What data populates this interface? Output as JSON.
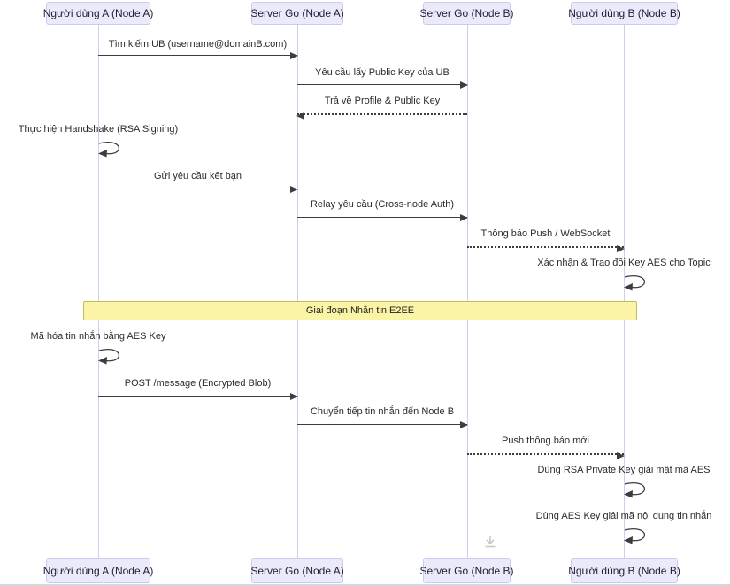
{
  "diagram": {
    "title": "E2EE cross-node messaging sequence diagram",
    "actors": [
      {
        "label": "Người dùng A (Node A)"
      },
      {
        "label": "Server Go (Node A)"
      },
      {
        "label": "Server Go (Node B)"
      },
      {
        "label": "Người dùng B (Node B)"
      }
    ],
    "messages": [
      {
        "text": "Tìm kiếm UB (username@domainB.com)",
        "from": "Người dùng A (Node A)",
        "to": "Server Go (Node A)",
        "style": "solid"
      },
      {
        "text": "Yêu cầu lấy Public Key của UB",
        "from": "Server Go (Node A)",
        "to": "Server Go (Node B)",
        "style": "solid"
      },
      {
        "text": "Trả về Profile & Public Key",
        "from": "Server Go (Node B)",
        "to": "Server Go (Node A)",
        "style": "dotted"
      },
      {
        "text": "Thực hiện Handshake (RSA Signing)",
        "from": "Người dùng A (Node A)",
        "to": "Người dùng A (Node A)",
        "style": "self"
      },
      {
        "text": "Gửi yêu cầu kết bạn",
        "from": "Người dùng A (Node A)",
        "to": "Server Go (Node A)",
        "style": "solid"
      },
      {
        "text": "Relay yêu cầu (Cross-node Auth)",
        "from": "Server Go (Node A)",
        "to": "Server Go (Node B)",
        "style": "solid"
      },
      {
        "text": "Thông báo Push / WebSocket",
        "from": "Server Go (Node B)",
        "to": "Người dùng B (Node B)",
        "style": "dotted"
      },
      {
        "text": "Xác nhận & Trao đổi Key AES cho Topic",
        "from": "Người dùng B (Node B)",
        "to": "Người dùng B (Node B)",
        "style": "self"
      },
      {
        "text": "Mã hóa tin nhắn bằng AES Key",
        "from": "Người dùng A (Node A)",
        "to": "Người dùng A (Node A)",
        "style": "self"
      },
      {
        "text": "POST /message (Encrypted Blob)",
        "from": "Người dùng A (Node A)",
        "to": "Server Go (Node A)",
        "style": "solid"
      },
      {
        "text": "Chuyển tiếp tin nhắn đến Node B",
        "from": "Server Go (Node A)",
        "to": "Server Go (Node B)",
        "style": "solid"
      },
      {
        "text": "Push thông báo mới",
        "from": "Server Go (Node B)",
        "to": "Người dùng B (Node B)",
        "style": "dotted"
      },
      {
        "text": "Dùng RSA Private Key giải mật mã AES",
        "from": "Người dùng B (Node B)",
        "to": "Người dùng B (Node B)",
        "style": "self"
      },
      {
        "text": "Dùng AES Key giải mã nội dung tin nhắn",
        "from": "Người dùng B (Node B)",
        "to": "Người dùng B (Node B)",
        "style": "self"
      }
    ],
    "banner": {
      "label": "Giai đoạn Nhắn tin E2EE"
    },
    "icons": [
      {
        "name": "download-icon"
      }
    ],
    "colors": {
      "actor_fill": "#eaeafb",
      "actor_border": "#cbcbef",
      "lifeline": "#cfcfe8",
      "arrow": "#3d3d3d",
      "text": "#2b2b2b",
      "banner_fill": "#fbf3a5",
      "banner_border": "#bdbd62",
      "download_icon": "#c9c9c9"
    }
  }
}
